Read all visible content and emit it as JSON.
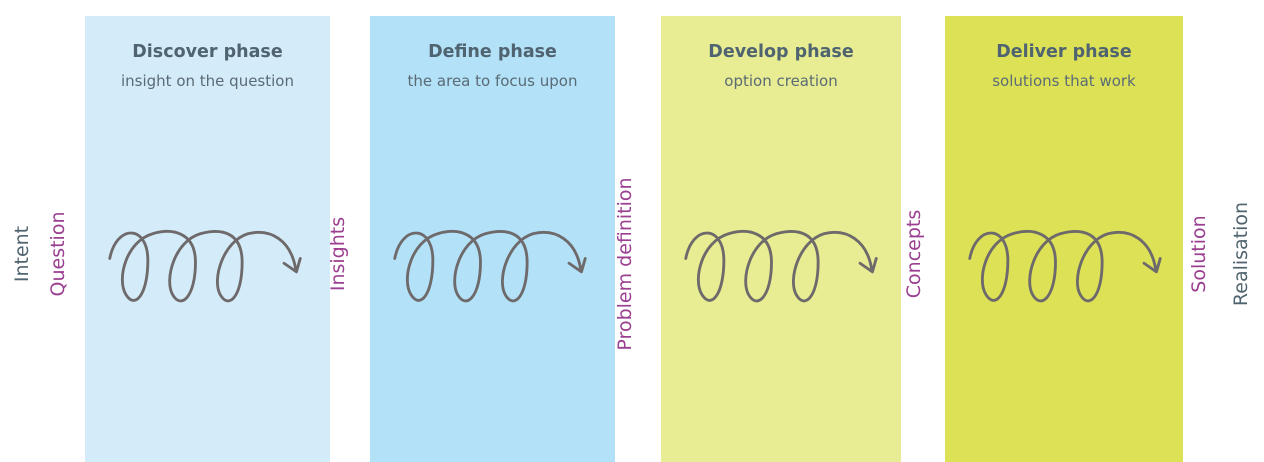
{
  "phases": [
    {
      "title": "Discover phase",
      "subtitle": "insight on the question",
      "color": "#d4ecf9"
    },
    {
      "title": "Define phase",
      "subtitle": "the area to focus upon",
      "color": "#b3e1f8"
    },
    {
      "title": "Develop phase",
      "subtitle": "option creation",
      "color": "#e8ec92"
    },
    {
      "title": "Deliver phase",
      "subtitle": "solutions that work",
      "color": "#dde156"
    }
  ],
  "stage_labels": {
    "intent": "Intent",
    "question": "Question",
    "insights": "Insights",
    "problem_definition": "Problem definition",
    "concepts": "Concepts",
    "solution": "Solution",
    "realisation": "Realisation"
  },
  "colors": {
    "purple_label": "#9b3f91",
    "gray_label": "#4f6470",
    "spiral_stroke": "#6e6a6b"
  },
  "icons": {
    "spiral": "spiral-arrow-icon"
  }
}
